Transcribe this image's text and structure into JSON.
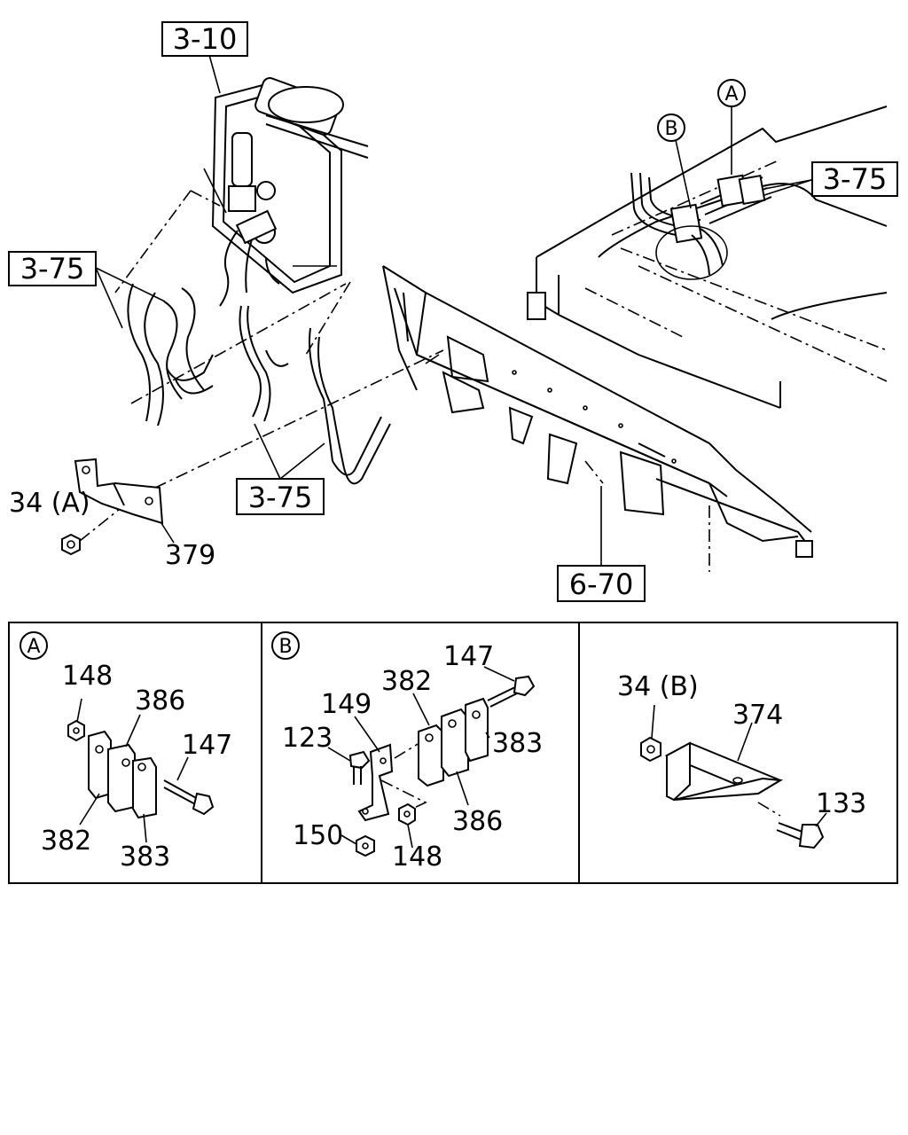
{
  "main_diagram": {
    "ref_boxes": [
      "3-10",
      "3-75",
      "3-75",
      "3-75",
      "6-70"
    ],
    "callouts": [
      "A",
      "B"
    ],
    "labels": [
      "34 (A)",
      "379"
    ]
  },
  "panels": [
    {
      "id": "A",
      "labels": [
        "148",
        "386",
        "147",
        "382",
        "383"
      ]
    },
    {
      "id": "B",
      "labels": [
        "147",
        "382",
        "149",
        "383",
        "123",
        "386",
        "150",
        "148"
      ]
    },
    {
      "id": "",
      "labels": [
        "34 (B)",
        "374",
        "133"
      ]
    }
  ]
}
